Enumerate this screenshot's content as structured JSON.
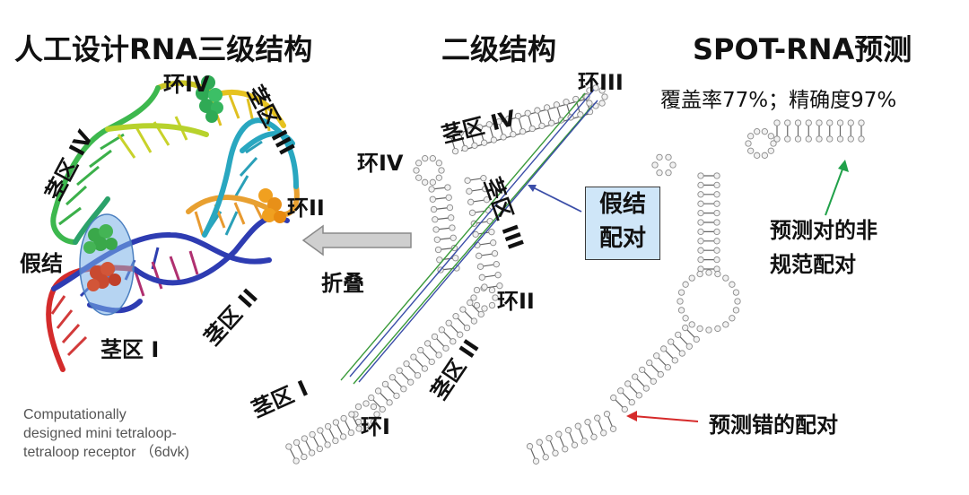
{
  "titles": {
    "tertiary": "人工设计RNA三级结构",
    "secondary": "二级结构",
    "spot": "SPOT-RNA预测"
  },
  "metrics": "覆盖率77%；精确度97%",
  "tertiary_labels": {
    "loop4": "环IV",
    "stem4": "茎区 IV",
    "stem3": "茎区 III",
    "loop2": "环II",
    "pseudoknot": "假结",
    "stem2": "茎区 II",
    "stem1": "茎区 I"
  },
  "fold_label": "折叠",
  "caption": {
    "line1": "Computationally",
    "line2": "designed mini tetraloop-",
    "line3": "tetraloop receptor （6dvk)"
  },
  "secondary_labels": {
    "loop3": "环III",
    "stem4": "茎区 IV",
    "loop4": "环IV",
    "stem3": "茎区 III",
    "loop2": "环II",
    "stem2": "茎区 II",
    "stem1": "茎区 I",
    "loop1": "环I"
  },
  "pk_box": {
    "line1": "假结",
    "line2": "配对"
  },
  "prediction_labels": {
    "noncanonical_line1": "预测对的非",
    "noncanonical_line2": "规范配对",
    "wrong": "预测错的配对"
  },
  "colors": {
    "arrow_gray": "#c8c8c8",
    "pk_line_blue": "#3b4ea8",
    "pk_line_green": "#3a9a3a",
    "noncanonical_arrow": "#21a14a",
    "wrong_arrow": "#d62a2a",
    "box_fill": "#cfe6f8"
  }
}
